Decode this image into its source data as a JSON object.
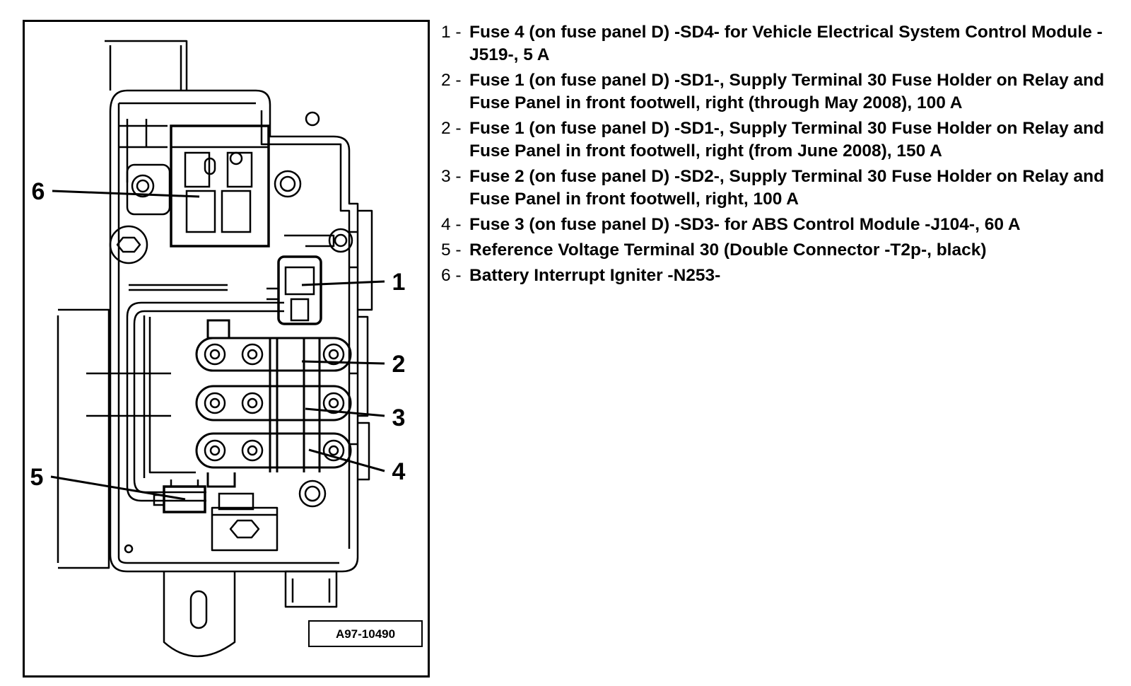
{
  "figure_id": "A97-10490",
  "callouts": [
    "1",
    "2",
    "3",
    "4",
    "5",
    "6"
  ],
  "legend": [
    {
      "number": "1 -",
      "text": "Fuse 4 (on fuse panel D) -SD4- for Vehicle Electrical System Control Module -J519-, 5 A"
    },
    {
      "number": "2 -",
      "text": "Fuse 1 (on fuse panel D) -SD1-, Supply Terminal 30 Fuse Holder on Relay and Fuse Panel in front footwell, right (through May 2008), 100 A"
    },
    {
      "number": "2 -",
      "text": "Fuse 1 (on fuse panel D) -SD1-, Supply Terminal 30 Fuse Holder on Relay and Fuse Panel in front footwell, right (from June 2008), 150 A"
    },
    {
      "number": "3 -",
      "text": "Fuse 2 (on fuse panel D) -SD2-, Supply Terminal 30 Fuse Holder on Relay and Fuse Panel in front footwell, right, 100 A"
    },
    {
      "number": "4 -",
      "text": "Fuse 3 (on fuse panel D) -SD3- for ABS Control Module -J104-, 60 A"
    },
    {
      "number": "5 -",
      "text": "Reference Voltage Terminal 30 (Double Connector -T2p-, black)"
    },
    {
      "number": "6 -",
      "text": "Battery Interrupt Igniter -N253-"
    }
  ]
}
